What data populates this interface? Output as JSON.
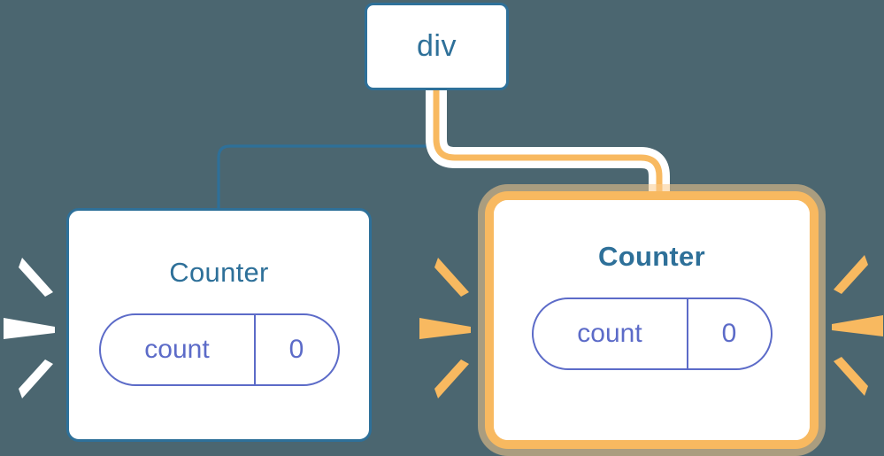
{
  "diagram": {
    "title": "component-tree-reactivity",
    "background_color": "#4b6670",
    "nodes": {
      "root": {
        "label": "div",
        "border_color": "#2e7099",
        "text_color": "#2e7099"
      },
      "counter_left": {
        "label": "Counter",
        "border_color": "#2e7099",
        "text_color": "#2e7099",
        "highlighted": "false",
        "state": {
          "key": "count",
          "value": "0",
          "color": "#5c6bc8"
        }
      },
      "counter_right": {
        "label": "Counter",
        "border_color": "#f8b960",
        "text_color": "#2e7099",
        "highlighted": "true",
        "state": {
          "key": "count",
          "value": "0",
          "color": "#5c6bc8"
        }
      }
    },
    "edges": {
      "root_to_counter_left": {
        "color": "#2e7099",
        "style": "thin",
        "active": "false"
      },
      "root_to_counter_right": {
        "color": "#f8b960",
        "halo_color": "#ffffff",
        "style": "thick-highlighted",
        "active": "true"
      }
    },
    "sparks": {
      "left_of_counter": {
        "color": "#ffffff",
        "count": "3",
        "direction": "right"
      },
      "right_of_counter": {
        "color": "#f8b960",
        "count": "3",
        "direction": "right"
      },
      "right_of_counter_highlighted": {
        "color": "#f8b960",
        "count": "3",
        "direction": "left"
      }
    }
  }
}
